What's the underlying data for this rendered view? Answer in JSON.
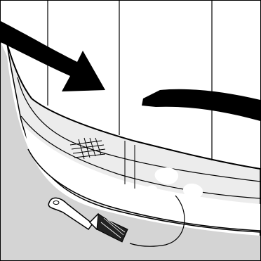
{
  "figure": {
    "colors": {
      "background": "#ffffff",
      "floor": "#d4d4d4",
      "strip_fill": "#ececec",
      "line": "#000000",
      "fill_white": "#ffffff",
      "arrow": "#000000"
    },
    "panels": [
      {
        "name": "wall-panel-1"
      },
      {
        "name": "wall-panel-2"
      },
      {
        "name": "wall-panel-3"
      },
      {
        "name": "wall-panel-4"
      }
    ],
    "icons": [
      "rotate-arrow-left-icon",
      "rotate-arrow-right-icon",
      "brush-icon",
      "mesh-patch-icon",
      "paste-blob-icon"
    ]
  }
}
